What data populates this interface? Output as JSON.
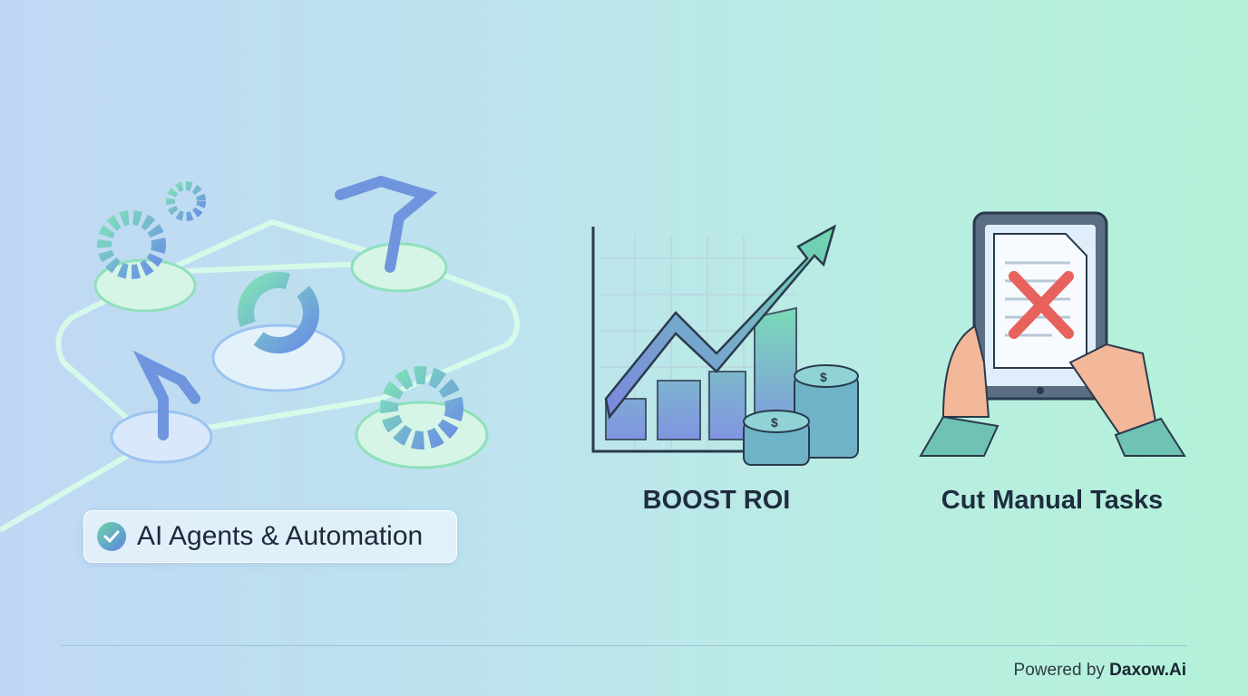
{
  "left_panel": {
    "badge_label": "AI Agents & Automation",
    "badge_icon": "check-circle-icon"
  },
  "middle_panel": {
    "caption": "BOOST ROI",
    "illustration": "growth-chart-with-coins"
  },
  "right_panel": {
    "caption": "Cut Manual Tasks",
    "illustration": "tablet-document-cross"
  },
  "footer": {
    "prefix": "Powered by",
    "brand": "Daxow.Ai"
  },
  "colors": {
    "text": "#1f2d3f",
    "accent_green": "#6fd3a8",
    "accent_blue": "#5b86e0",
    "cross_red": "#e8625d"
  }
}
